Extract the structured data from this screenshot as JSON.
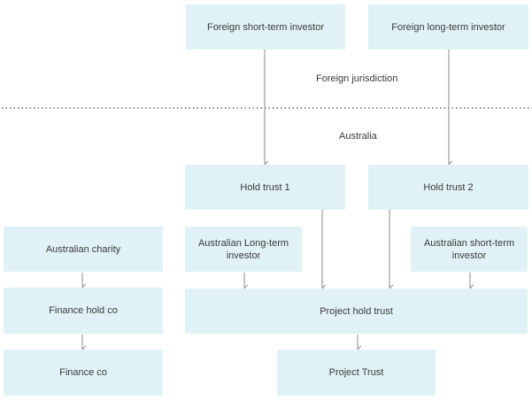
{
  "diagram": {
    "regions": {
      "foreign_label": "Foreign jurisdiction",
      "australia_label": "Australia"
    },
    "nodes": {
      "foreign_short_term_investor": "Foreign short-term investor",
      "foreign_long_term_investor": "Foreign long-term investor",
      "hold_trust_1": "Hold trust 1",
      "hold_trust_2": "Hold trust 2",
      "australian_charity": "Australian charity",
      "australian_long_term_investor": "Australian Long-term investor",
      "australian_short_term_investor": "Australian short-term investor",
      "finance_hold_co": "Finance hold co",
      "finance_co": "Finance co",
      "project_hold_trust": "Project hold trust",
      "project_trust": "Project Trust"
    },
    "edges": [
      {
        "from": "Foreign short-term investor",
        "to": "Hold trust 1"
      },
      {
        "from": "Foreign long-term investor",
        "to": "Hold trust 2"
      },
      {
        "from": "Hold trust 1",
        "to": "Project hold trust"
      },
      {
        "from": "Hold trust 2",
        "to": "Project hold trust"
      },
      {
        "from": "Australian Long-term investor",
        "to": "Project hold trust"
      },
      {
        "from": "Australian short-term investor",
        "to": "Project hold trust"
      },
      {
        "from": "Australian charity",
        "to": "Finance hold co"
      },
      {
        "from": "Finance hold co",
        "to": "Finance co"
      },
      {
        "from": "Project hold trust",
        "to": "Project Trust"
      }
    ],
    "colors": {
      "box_fill": "#e0f2f5",
      "line": "#8a8a8a",
      "divider": "#6e6e6e"
    }
  }
}
